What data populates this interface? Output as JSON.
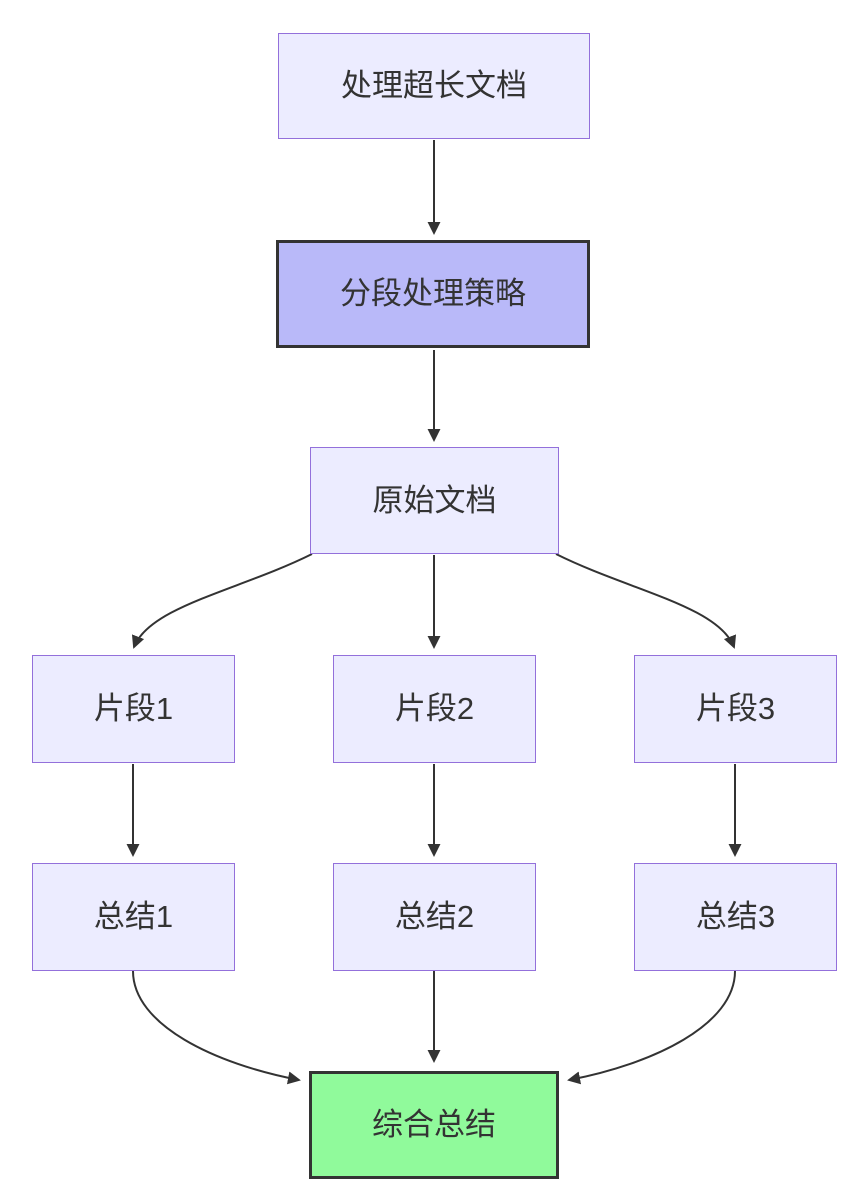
{
  "diagram": {
    "type": "flowchart",
    "direction": "top-down",
    "nodes": [
      {
        "id": "process-long-doc",
        "label": "处理超长文档",
        "style": "default"
      },
      {
        "id": "segment-strategy",
        "label": "分段处理策略",
        "style": "highlight-purple"
      },
      {
        "id": "original-doc",
        "label": "原始文档",
        "style": "default"
      },
      {
        "id": "fragment-1",
        "label": "片段1",
        "style": "default"
      },
      {
        "id": "fragment-2",
        "label": "片段2",
        "style": "default"
      },
      {
        "id": "fragment-3",
        "label": "片段3",
        "style": "default"
      },
      {
        "id": "summary-1",
        "label": "总结1",
        "style": "default"
      },
      {
        "id": "summary-2",
        "label": "总结2",
        "style": "default"
      },
      {
        "id": "summary-3",
        "label": "总结3",
        "style": "default"
      },
      {
        "id": "final-summary",
        "label": "综合总结",
        "style": "highlight-green"
      }
    ],
    "edges": [
      {
        "from": "process-long-doc",
        "to": "segment-strategy"
      },
      {
        "from": "segment-strategy",
        "to": "original-doc"
      },
      {
        "from": "original-doc",
        "to": "fragment-1"
      },
      {
        "from": "original-doc",
        "to": "fragment-2"
      },
      {
        "from": "original-doc",
        "to": "fragment-3"
      },
      {
        "from": "fragment-1",
        "to": "summary-1"
      },
      {
        "from": "fragment-2",
        "to": "summary-2"
      },
      {
        "from": "fragment-3",
        "to": "summary-3"
      },
      {
        "from": "summary-1",
        "to": "final-summary"
      },
      {
        "from": "summary-2",
        "to": "final-summary"
      },
      {
        "from": "summary-3",
        "to": "final-summary"
      }
    ]
  },
  "colors": {
    "node_fill": "#ECECFF",
    "node_border": "#9370DB",
    "highlight_purple_fill": "#B9B9F9",
    "highlight_green_fill": "#90FA9B",
    "dark_border": "#333333",
    "edge": "#333333",
    "text": "#333333",
    "background": "#FFFFFF"
  }
}
